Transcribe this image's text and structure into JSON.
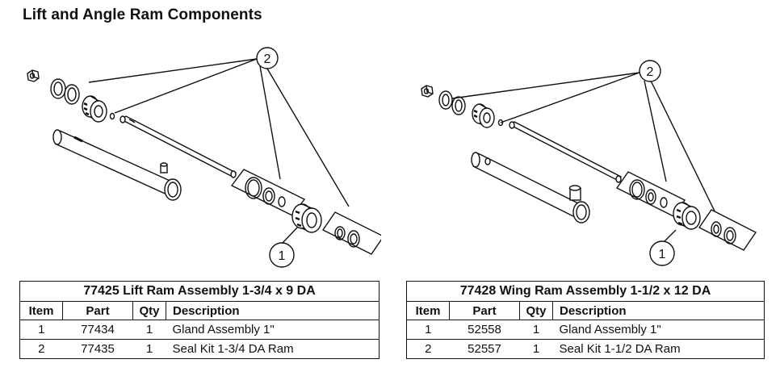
{
  "page": {
    "title": "Lift and Angle Ram Components"
  },
  "callouts": {
    "gland": "1",
    "seals": "2"
  },
  "tables": [
    {
      "title": "77425  Lift Ram Assembly 1-3/4 x 9 DA",
      "headers": {
        "item": "Item",
        "part": "Part",
        "qty": "Qty",
        "description": "Description"
      },
      "rows": [
        {
          "item": "1",
          "part": "77434",
          "qty": "1",
          "description": "Gland Assembly 1\""
        },
        {
          "item": "2",
          "part": "77435",
          "qty": "1",
          "description": "Seal Kit 1-3/4 DA Ram"
        }
      ]
    },
    {
      "title": "77428  Wing Ram Assembly 1-1/2 x 12 DA",
      "headers": {
        "item": "Item",
        "part": "Part",
        "qty": "Qty",
        "description": "Description"
      },
      "rows": [
        {
          "item": "1",
          "part": "52558",
          "qty": "1",
          "description": "Gland Assembly 1\""
        },
        {
          "item": "2",
          "part": "52557",
          "qty": "1",
          "description": "Seal Kit 1-1/2 DA Ram"
        }
      ]
    }
  ]
}
